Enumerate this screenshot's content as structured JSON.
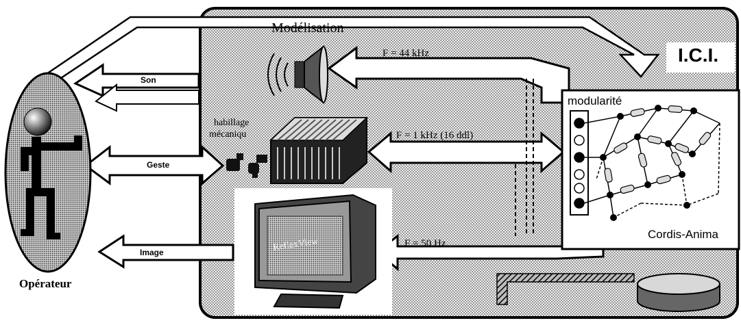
{
  "title": "Modélisation",
  "ici_label": "I.C.I.",
  "operator_label": "Opérateur",
  "channels": {
    "sound": "Son",
    "gesture": "Geste",
    "image": "Image"
  },
  "frequencies": {
    "sound": "F = 44 kHz",
    "gesture": "F = 1 kHz (16 ddl)",
    "image": "F = 50 Hz"
  },
  "mechanical_label_line1": "habillage",
  "mechanical_label_line2": "mécaniqu",
  "model_box": {
    "top_label": "modularité",
    "bottom_label": "Cordis-Anima"
  },
  "monitor_screen_text": "ReflexView",
  "colors": {
    "ink": "#000000",
    "paper": "#ffffff",
    "stipple": "#9a9a9a"
  }
}
